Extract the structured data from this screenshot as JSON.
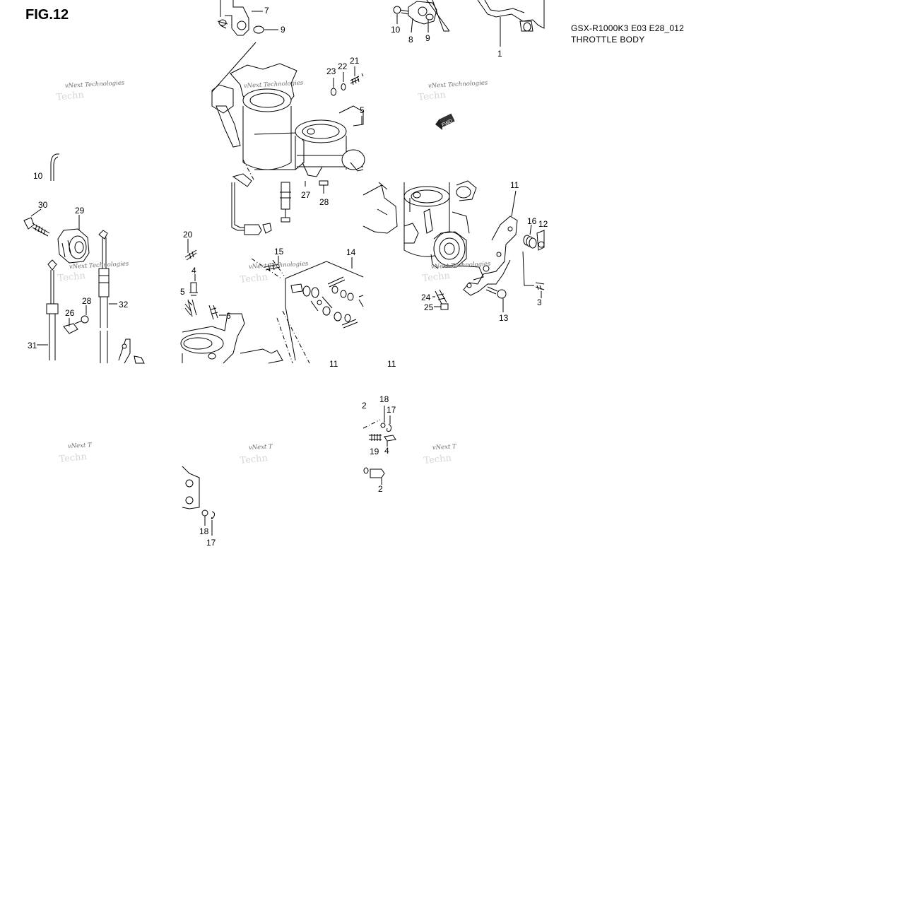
{
  "figure": {
    "title": "FIG.12",
    "model": "GSX-R1000K3 E03 E28_012",
    "section": "THROTTLE BODY"
  },
  "watermark": "vNext Technologies",
  "watermark_short": "vNext T",
  "watermark_frag": "Techn",
  "fwd_label": "FWD",
  "labels": {
    "t1_7": "7",
    "t1_9": "9",
    "t1_23": "23",
    "t1_22": "22",
    "t1_21": "21",
    "t1_5": "5",
    "t1_27": "27",
    "t1_28": "28",
    "t2_10": "10",
    "t2_8": "8",
    "t2_9": "9",
    "t2_1": "1",
    "l_10": "10",
    "l_30": "30",
    "l_29": "29",
    "l_32": "32",
    "l_28": "28",
    "l_26": "26",
    "l_31": "31",
    "m_20": "20",
    "m_4": "4",
    "m_5": "5",
    "m_6": "6",
    "m_15": "15",
    "m_14": "14",
    "m_11a": "11",
    "m_11b": "11",
    "r_11": "11",
    "r_16": "16",
    "r_12": "12",
    "r_24": "24",
    "r_25": "25",
    "r_13": "13",
    "r_3": "3",
    "b1_18": "18",
    "b1_17": "17",
    "b2_2a": "2",
    "b2_18": "18",
    "b2_17": "17",
    "b2_19": "19",
    "b2_4": "4",
    "b2_2": "2"
  }
}
